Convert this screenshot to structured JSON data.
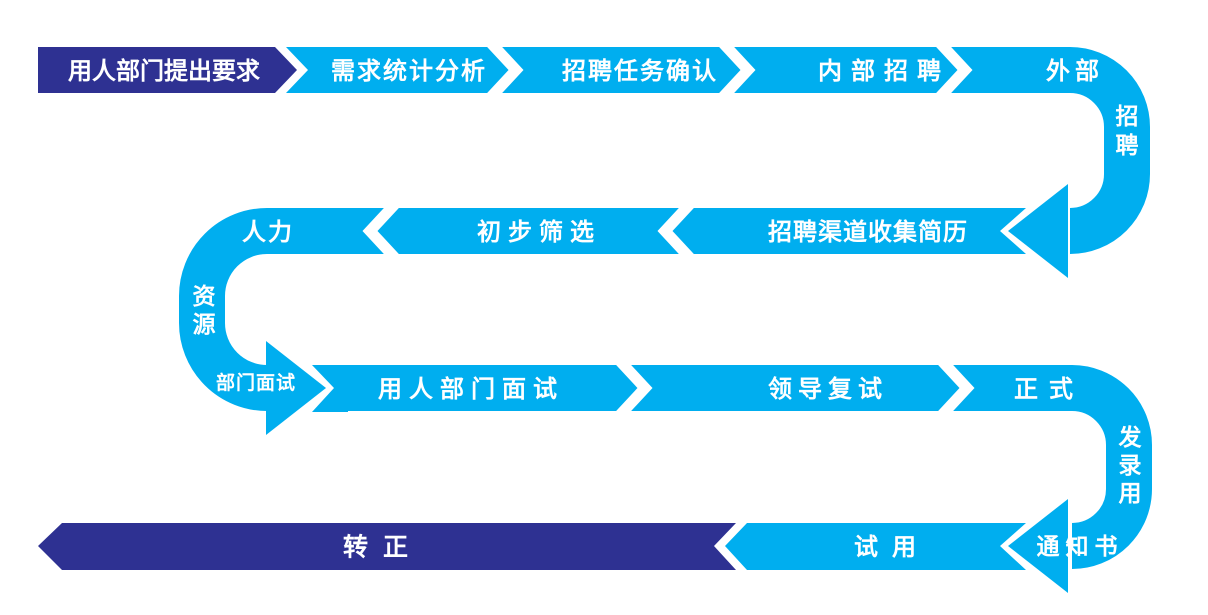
{
  "diagram": {
    "type": "process-flow",
    "subject": "recruitment-process",
    "colors": {
      "band": "#00AEEF",
      "accent": "#2E3192",
      "label_text": "#FFFFFF",
      "background": "#FFFFFF"
    },
    "steps": [
      {
        "key": "request-by-department",
        "label": "用人部门提出要求"
      },
      {
        "key": "demand-statistics-analysis",
        "label": "需求统计分析"
      },
      {
        "key": "recruitment-task-confirmation",
        "label": "招聘任务确认"
      },
      {
        "key": "internal-recruitment",
        "label": "内部招聘"
      },
      {
        "key": "external-recruitment",
        "label": "外部招聘",
        "parts": {
          "h": "外部",
          "v": [
            "招",
            "聘"
          ]
        }
      },
      {
        "key": "collect-resumes-via-channels",
        "label": "招聘渠道收集简历"
      },
      {
        "key": "initial-screening",
        "label": "初步筛选"
      },
      {
        "key": "hr-department-interview",
        "label": "人力资源部门面试",
        "parts": {
          "h": "人力",
          "v": [
            "资",
            "源"
          ],
          "tail": "部门面试"
        }
      },
      {
        "key": "hiring-department-interview",
        "label": "用人部门面试"
      },
      {
        "key": "leader-second-interview",
        "label": "领导复试"
      },
      {
        "key": "formal-offer-letter",
        "label": "正式发录用通知书",
        "parts": {
          "h": "正式",
          "v": [
            "发",
            "录",
            "用"
          ],
          "tail": "通知书"
        }
      },
      {
        "key": "probation",
        "label": "试用"
      },
      {
        "key": "regularization",
        "label": "转正"
      }
    ]
  }
}
